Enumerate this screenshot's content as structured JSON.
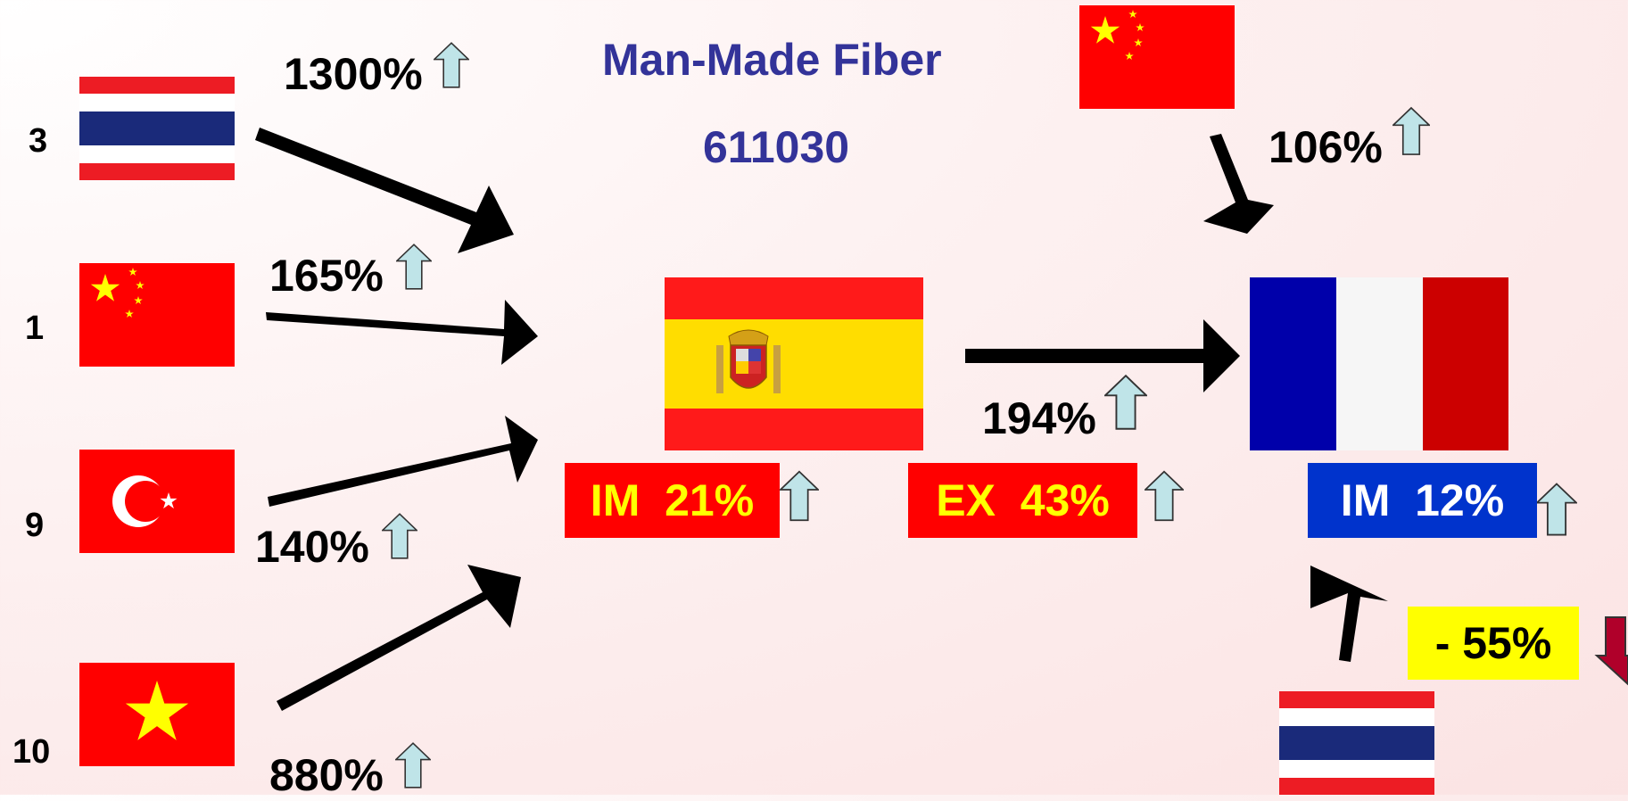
{
  "title": "Man-Made Fiber",
  "code": "611030",
  "ranks": [
    {
      "rank": "3",
      "country": "thailand"
    },
    {
      "rank": "1",
      "country": "china"
    },
    {
      "rank": "9",
      "country": "turkey"
    },
    {
      "rank": "10",
      "country": "vietnam"
    }
  ],
  "growth": {
    "thailand_to_spain": "1300%",
    "china_to_spain": "165%",
    "turkey_to_spain": "140%",
    "vietnam_to_spain": "880%",
    "spain_to_france": "194%",
    "china_to_france": "106%"
  },
  "spain": {
    "import_label": "IM  21%",
    "export_label": "EX  43%"
  },
  "france": {
    "import_label": "IM  12%"
  },
  "thailand_to_france": {
    "label": "- 55%"
  },
  "colors": {
    "title": "#333399",
    "up_arrow_fill": "#bfe4e8",
    "down_arrow_fill": "#b0002a",
    "box_red": "#ff0000",
    "box_blue": "#0033cc",
    "box_yellow": "#ffff00"
  },
  "icons": [
    "arrow-up-icon",
    "arrow-down-icon",
    "flow-arrow"
  ]
}
